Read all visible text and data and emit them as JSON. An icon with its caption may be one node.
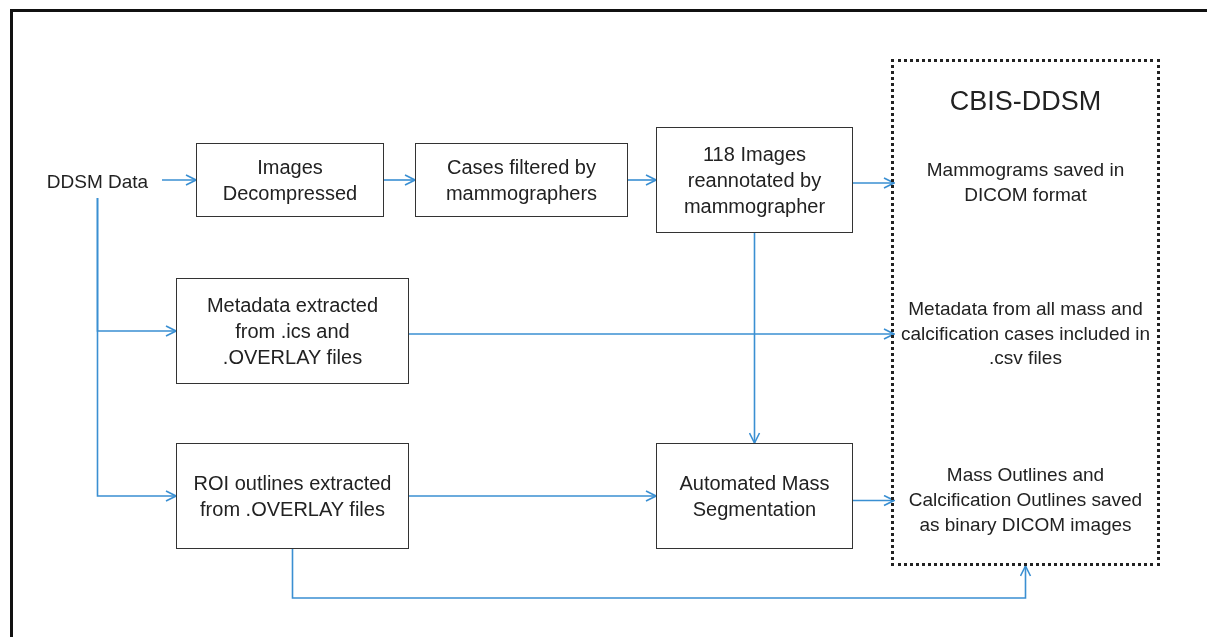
{
  "diagram": {
    "nodes": [
      {
        "text": [
          "DDSM Data"
        ]
      },
      {
        "text": [
          "Images Decompressed"
        ]
      },
      {
        "text": [
          "Cases filtered by mammographers"
        ]
      },
      {
        "text": [
          "118 Images reannotated by mammographer"
        ]
      },
      {
        "text": [
          "CBIS-DDSM"
        ]
      },
      {
        "text": [
          "Mammograms saved in DICOM format"
        ],
        "in": 4
      },
      {
        "text": [
          "Metadata extracted from .ics and .OVERLAY files"
        ]
      },
      {
        "text": [
          "Metadata from all mass and calcification  cases included in .csv files"
        ],
        "in": 4
      },
      {
        "text": [
          "ROI outlines extracted from .OVERLAY files"
        ]
      },
      {
        "text": [
          "Automated Mass Segmentation"
        ]
      },
      {
        "text": [
          "Mass Outlines and Calcification Outlines saved as binary DICOM images"
        ],
        "in": 4
      }
    ],
    "edges": [
      {
        "from": 0,
        "to": 1,
        "arrow": "to"
      },
      {
        "from": 1,
        "to": 2,
        "arrow": "to"
      },
      {
        "from": 2,
        "to": 3,
        "arrow": "to"
      },
      {
        "from": 3,
        "to": 5,
        "arrow": "to"
      },
      {
        "from": 0,
        "to": 6,
        "arrow": "to"
      },
      {
        "from": 0,
        "to": 8,
        "arrow": "to"
      },
      {
        "from": 6,
        "to": 7,
        "arrow": "to"
      },
      {
        "from": 3,
        "to": 9,
        "arrow": "to"
      },
      {
        "from": 8,
        "to": 9,
        "arrow": "to"
      },
      {
        "from": 9,
        "to": 10,
        "arrow": "to"
      },
      {
        "from": 8,
        "to": 4,
        "arrow": "to"
      }
    ]
  }
}
